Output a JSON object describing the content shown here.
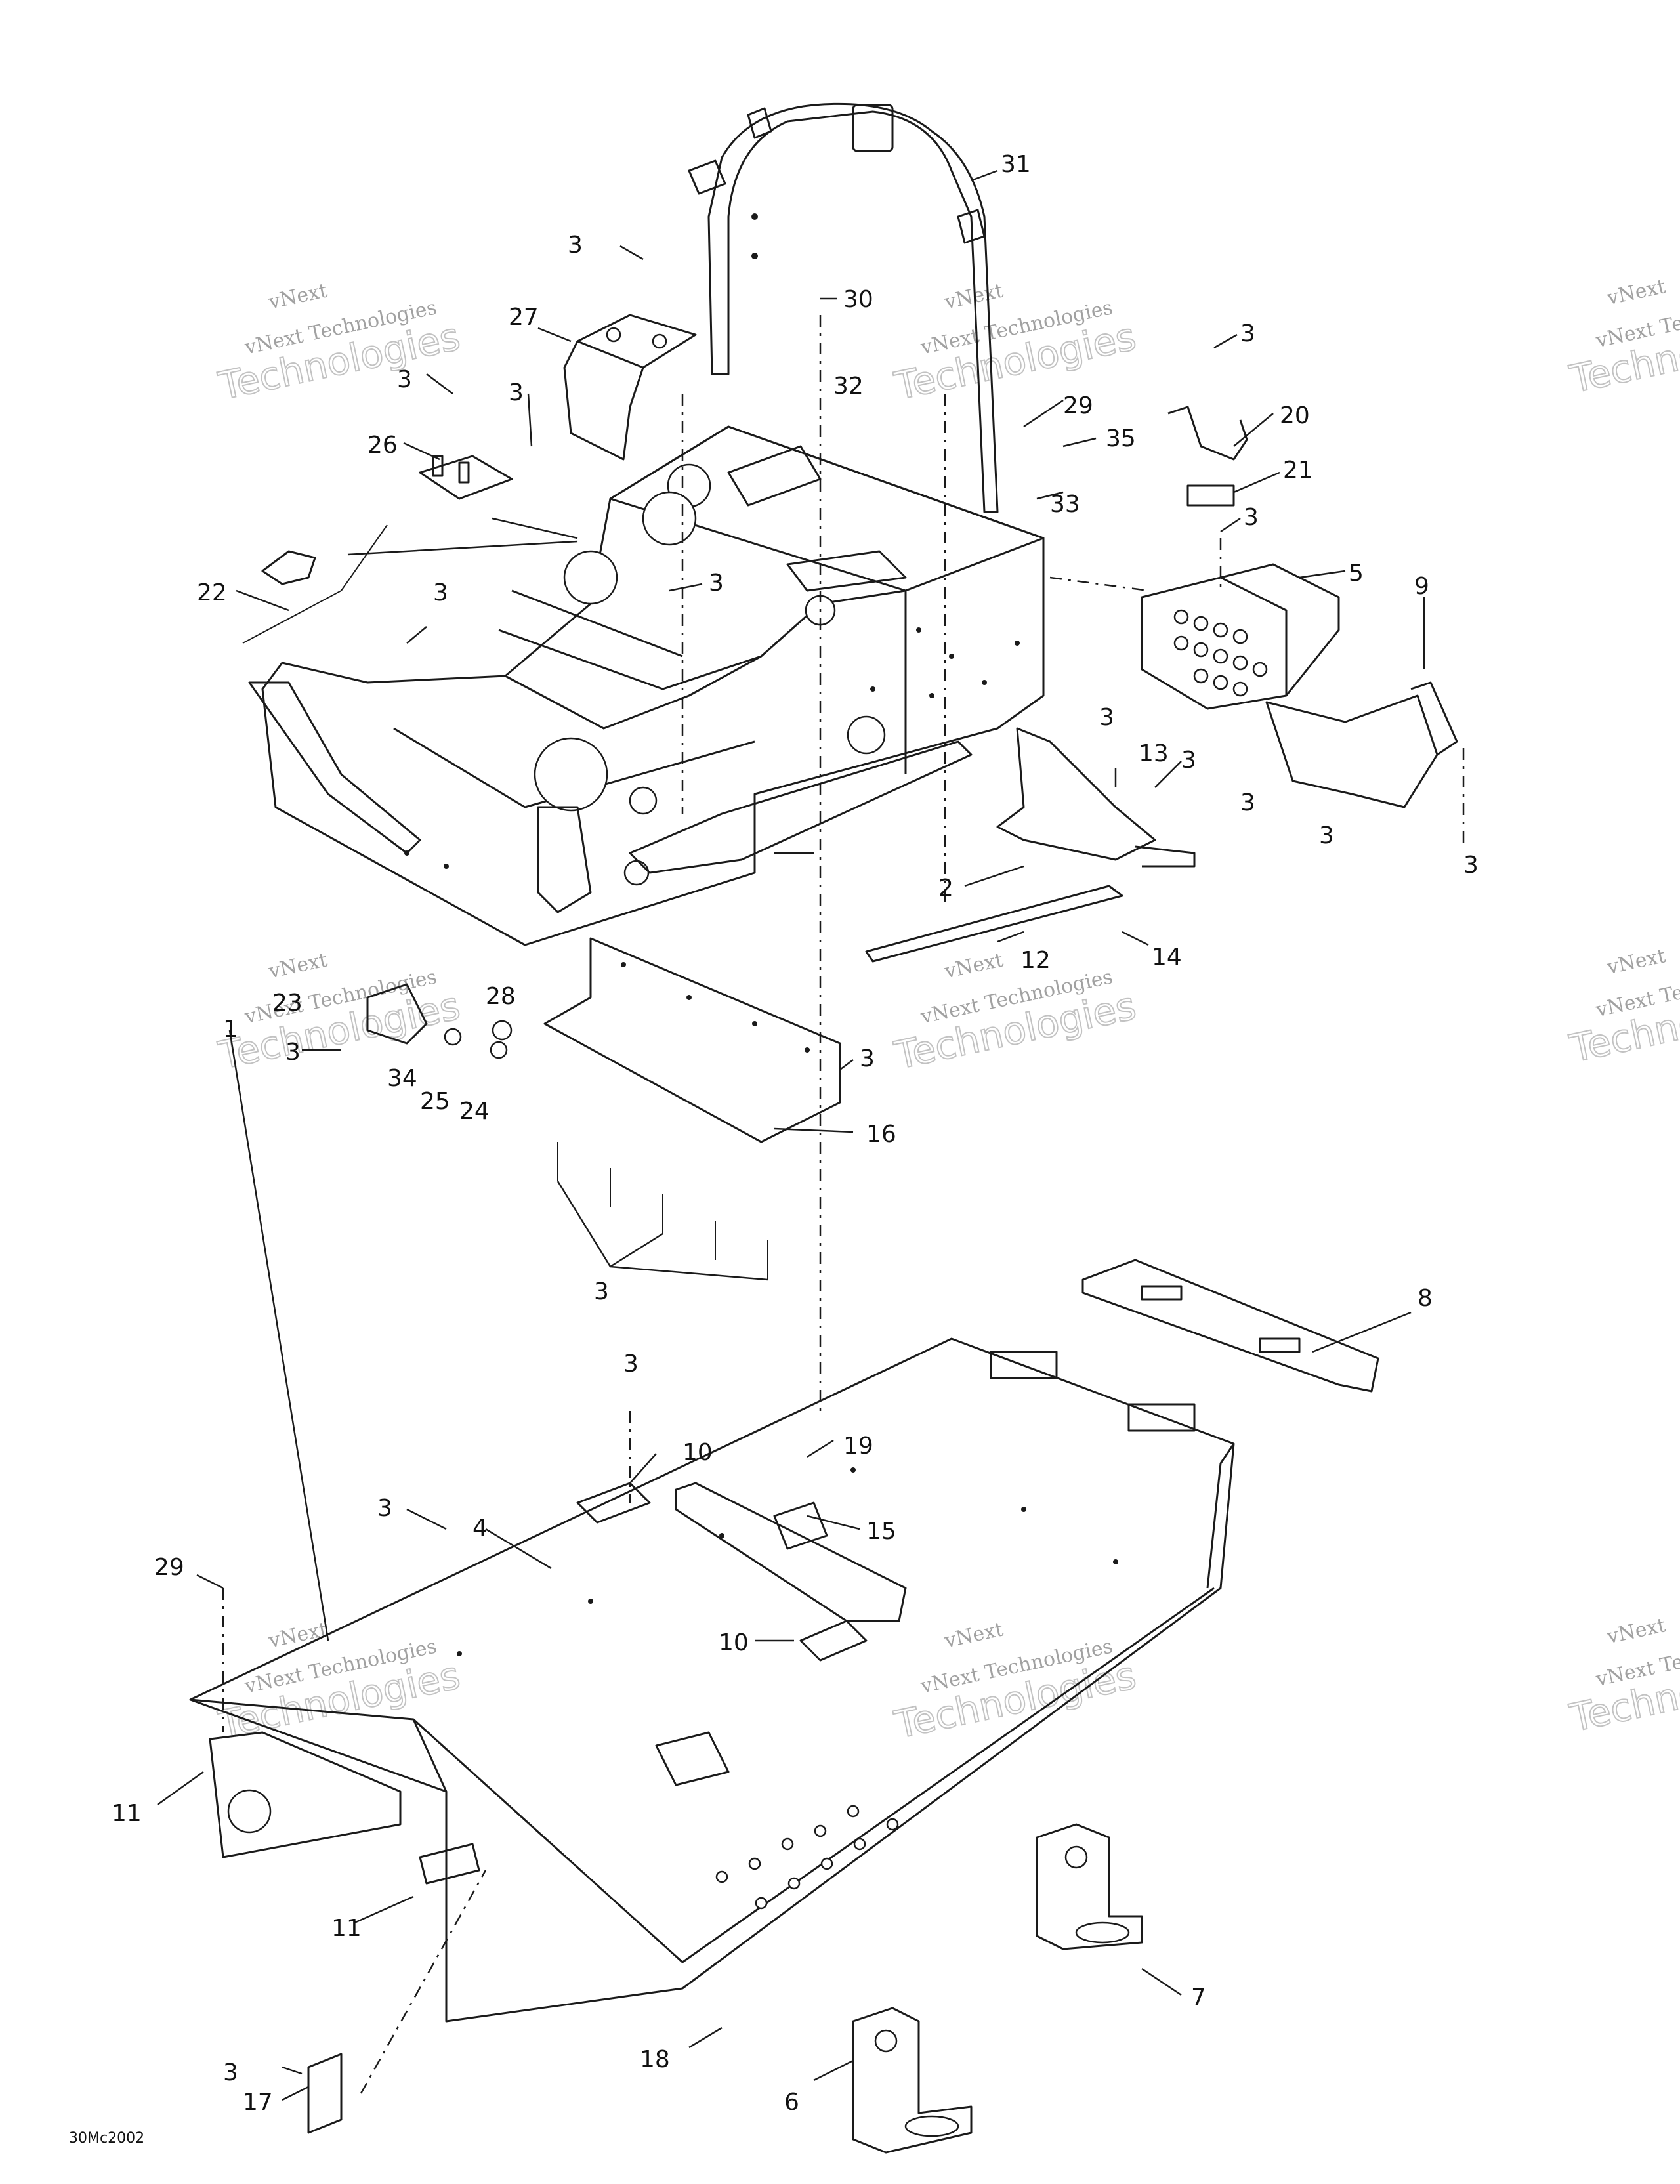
{
  "diagram": {
    "drawing_code": "30Mc2002",
    "watermark": {
      "line1": "vNext",
      "line2": "vNext Technologies",
      "line3": "Technologies"
    },
    "callouts": [
      "1",
      "2",
      "3",
      "4",
      "5",
      "6",
      "7",
      "8",
      "9",
      "10",
      "11",
      "12",
      "13",
      "14",
      "15",
      "16",
      "17",
      "18",
      "19",
      "20",
      "21",
      "22",
      "23",
      "24",
      "25",
      "26",
      "27",
      "28",
      "29",
      "30",
      "31",
      "32",
      "33",
      "34",
      "35"
    ]
  }
}
